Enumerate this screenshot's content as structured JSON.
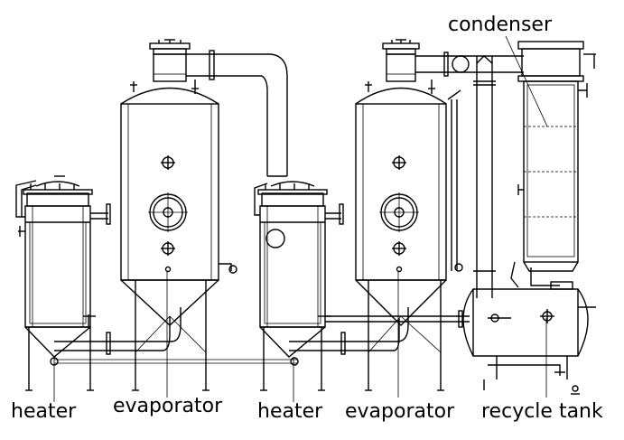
{
  "labels": {
    "heater_1": "heater",
    "evaporator_1": "evaporator",
    "heater_2": "heater",
    "evaporator_2": "evaporator",
    "recycle_tank": "recycle tank",
    "condenser": "condenser"
  },
  "colors": {
    "line": "#000000",
    "background": "#ffffff"
  }
}
